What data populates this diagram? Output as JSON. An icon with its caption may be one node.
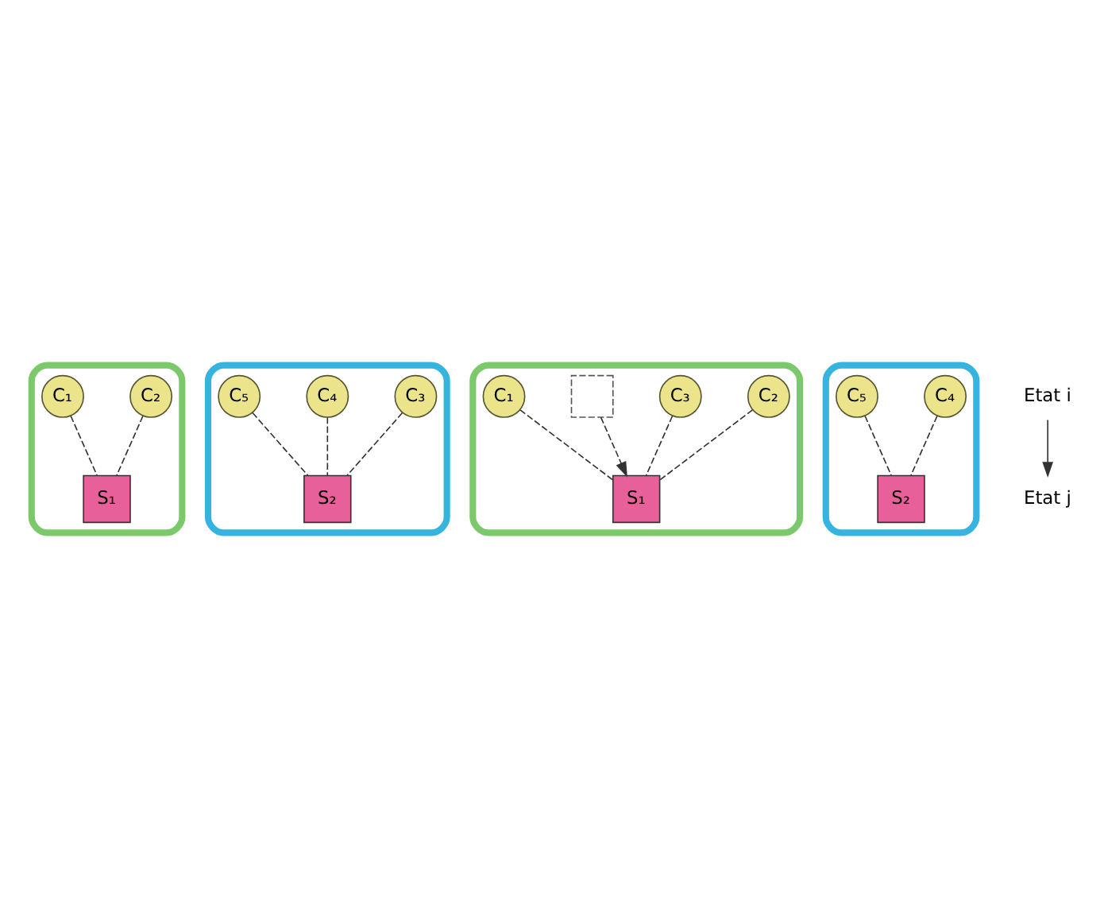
{
  "diagram": {
    "nodes": [
      {
        "text": [],
        "shape": "blob"
      },
      {
        "text": [
          "C₂"
        ],
        "in": 0
      },
      {
        "text": [
          "S₁"
        ],
        "in": 0
      },
      {
        "text": [
          "C₁"
        ],
        "in": 0
      },
      {
        "text": [],
        "shape": "blob"
      },
      {
        "text": [
          "C₃"
        ],
        "in": 4
      },
      {
        "text": [
          "C₄"
        ],
        "in": 4
      },
      {
        "text": [
          "S₂"
        ],
        "in": 4
      },
      {
        "text": [
          "C₅"
        ],
        "in": 4
      },
      {
        "text": [],
        "shape": "blob"
      },
      {
        "text": [
          "C₂"
        ],
        "in": 9
      },
      {
        "text": [
          "C₃"
        ],
        "in": 9
      },
      {
        "text": [],
        "shape": "box",
        "in": 9
      },
      {
        "text": [
          "S₁"
        ],
        "in": 9
      },
      {
        "text": [
          "C₁"
        ],
        "in": 9
      },
      {
        "text": [],
        "shape": "blob"
      },
      {
        "text": [
          "C₄"
        ],
        "in": 15
      },
      {
        "text": [
          "S₂"
        ],
        "in": 15
      },
      {
        "text": [
          "C₅"
        ],
        "in": 15
      },
      {
        "text": [
          "Etat i"
        ]
      },
      {
        "text": [
          "Etat j"
        ]
      }
    ],
    "edges": [
      {
        "from": 1,
        "to": 2,
        "arrow": "none",
        "style": "dashed"
      },
      {
        "from": 3,
        "to": 2,
        "arrow": "none",
        "style": "dashed"
      },
      {
        "from": 5,
        "to": 7,
        "arrow": "none",
        "style": "dashed"
      },
      {
        "from": 6,
        "to": 7,
        "arrow": "none",
        "style": "dashed"
      },
      {
        "from": 8,
        "to": 7,
        "arrow": "none",
        "style": "dashed"
      },
      {
        "from": 10,
        "to": 13,
        "arrow": "none",
        "style": "dashed"
      },
      {
        "from": 11,
        "to": 13,
        "arrow": "none",
        "style": "dashed"
      },
      {
        "from": 12,
        "to": 13,
        "arrow": "to",
        "style": "dashed"
      },
      {
        "from": 14,
        "to": 13,
        "arrow": "none",
        "style": "dashed"
      },
      {
        "from": 16,
        "to": 17,
        "arrow": "none",
        "style": "dashed"
      },
      {
        "from": 18,
        "to": 17,
        "arrow": "none",
        "style": "dashed"
      },
      {
        "from": 19,
        "to": 20,
        "arrow": "to"
      }
    ]
  }
}
